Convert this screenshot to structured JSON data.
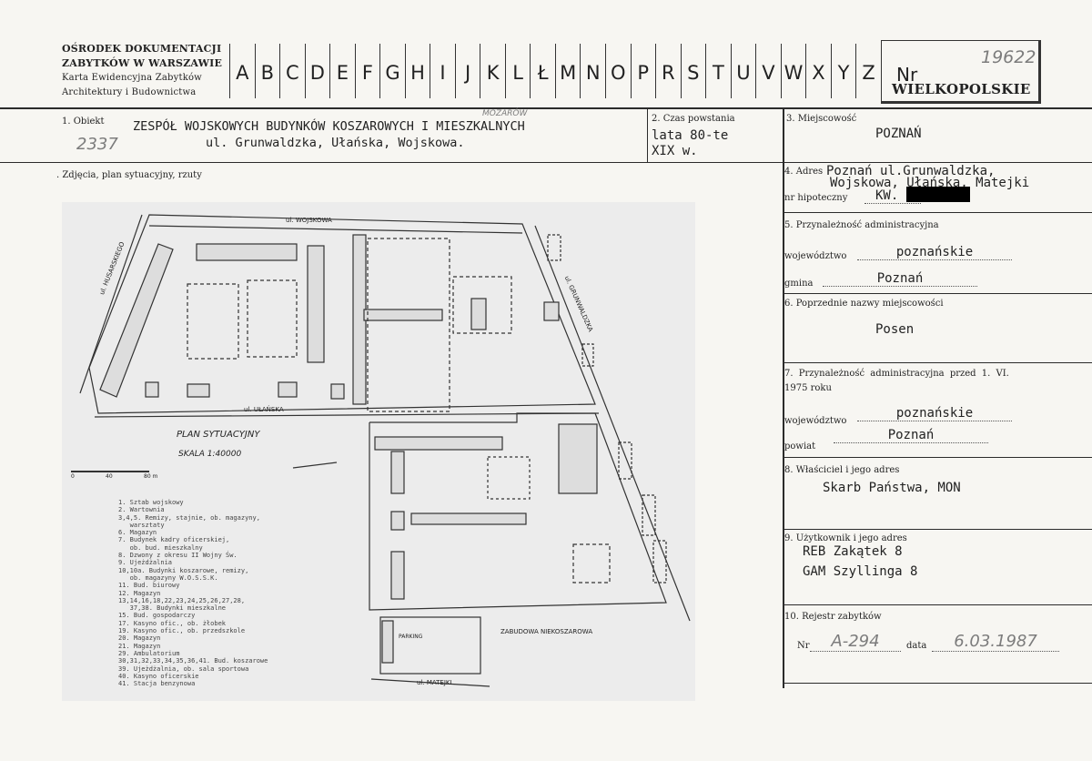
{
  "header": {
    "institution_line1": "OŚRODEK DOKUMENTACJI",
    "institution_line2": "ZABYTKÓW W WARSZAWIE",
    "institution_line3": "Karta Ewidencyjna Zabytków",
    "institution_line4": "Architektury i Budownictwa",
    "letters": [
      "A",
      "B",
      "C",
      "D",
      "E",
      "F",
      "G",
      "H",
      "I",
      "J",
      "K",
      "L",
      "Ł",
      "M",
      "N",
      "O",
      "P",
      "R",
      "S",
      "T",
      "U",
      "V",
      "W",
      "X",
      "Y",
      "Z"
    ],
    "nr_label": "Nr",
    "nr_handwritten": "19622",
    "region": "WIELKOPOLSKIE"
  },
  "fields": {
    "obiekt_label": "1. Obiekt",
    "obiekt_handnum": "2337",
    "obiekt_handnote": "MOZARÓW",
    "obiekt_line1": "ZESPÓŁ WOJSKOWYCH BUDYNKÓW KOSZAROWYCH I MIESZKALNYCH",
    "obiekt_line2": "ul. Grunwaldzka, Ułańska, Wojskowa.",
    "czas_label": "2. Czas powstania",
    "czas_line1": "lata 80-te",
    "czas_line2": "XIX w.",
    "miejsc_label": "3. Miejscowość",
    "miejsc_value": "POZNAŃ",
    "zdjecia_label": ". Zdjęcia, plan sytuacyjny, rzuty",
    "adres_label": "4. Adres",
    "adres_line1": "Poznań ul.Grunwaldzka,",
    "adres_line2": "Wojskowa, Ułańska, Matejki",
    "hipoteczny_label": "nr hipoteczny",
    "hipoteczny_value": "KW.",
    "przyn_label": "5. Przynależność administracyjna",
    "woj_label": "województwo",
    "woj_value": "poznańskie",
    "gmina_label": "gmina",
    "gmina_value": "Poznań",
    "poprz_label": "6. Poprzednie nazwy miejscowości",
    "poprz_value": "Posen",
    "przyn75_label1": "7. Przynależność administracyjna przed 1. VI.",
    "przyn75_label2": "1975 roku",
    "woj75_label": "województwo",
    "woj75_value": "poznańskie",
    "powiat_label": "powiat",
    "powiat_value": "Poznań",
    "wlasc_label": "8. Właściciel i jego adres",
    "wlasc_value": "Skarb Państwa,   MON",
    "uzytk_label": "9. Użytkownik i jego adres",
    "uzytk_line1": "REB Zakątek 8",
    "uzytk_line2": "GAM Szyllinga 8",
    "rejestr_label": "10. Rejestr zabytków",
    "rejestr_nr_label": "Nr",
    "rejestr_nr": "A-294",
    "rejestr_data_label": "data",
    "rejestr_data": "6.03.1987"
  },
  "map": {
    "title": "PLAN SYTUACYJNY",
    "scale": "SKALA   1:40000",
    "scale_ticks": [
      "0",
      "40",
      "80 m"
    ],
    "streets": {
      "top": "ul. WOJSKOWA",
      "left": "ul. HUSARSKIEGO",
      "right": "ul. GRUNWALDZKA",
      "middle": "ul. UŁAŃSKA",
      "bottom": "ul. MATEJKI",
      "zone": "ZABUDOWA NIEKOSZAROWA",
      "parking": "PARKING"
    },
    "legend": [
      "1. Sztab wojskowy",
      "2. Wartownia",
      "3,4,5. Remizy, stajnie, ob. magazyny,",
      "   warsztaty",
      "6. Magazyn",
      "7. Budynek kadry oficerskiej,",
      "   ob. bud. mieszkalny",
      "8. Dzwony z okresu II Wojny Św.",
      "9. Ujeżdżalnia",
      "10,10a. Budynki koszarowe, remizy,",
      "   ob. magazyny W.O.S.S.K.",
      "11. Bud. biurowy",
      "12. Magazyn",
      "13,14,16,18,22,23,24,25,26,27,28,",
      "   37,38. Budynki mieszkalne",
      "15. Bud. gospodarczy",
      "17. Kasyno ofic., ob. żłobek",
      "19. Kasyno ofic., ob. przedszkole",
      "20. Magazyn",
      "21. Magazyn",
      "29. Ambulatorium",
      "30,31,32,33,34,35,36,41. Bud. koszarowe",
      "39. Ujeżdżalnia, ob. sala sportowa",
      "40. Kasyno oficerskie",
      "41. Stacja benzynowa"
    ]
  }
}
